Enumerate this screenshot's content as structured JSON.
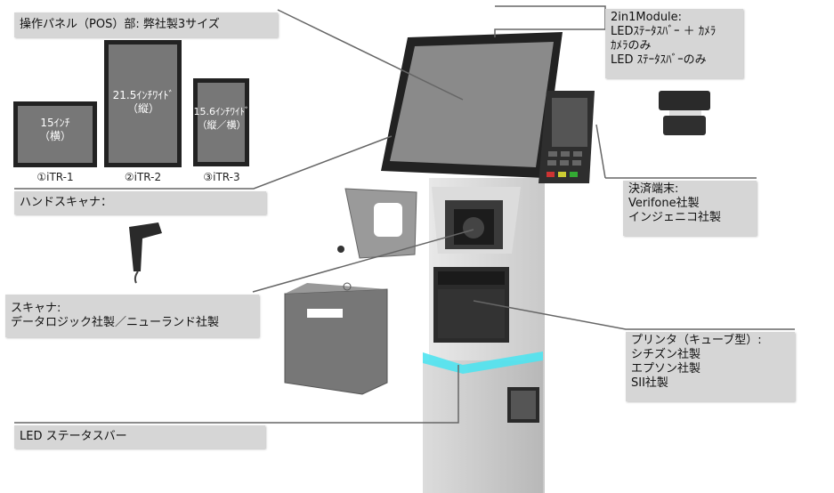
{
  "labels": {
    "panel": "操作パネル（POS）部: 弊社製3サイズ",
    "module": [
      "2in1Module:",
      "LEDｽﾃｰﾀｽﾊﾞｰ ＋ ｶﾒﾗ",
      "ｶﾒﾗのみ",
      "LED ｽﾃｰﾀｽﾊﾞｰのみ"
    ],
    "payment": [
      "決済端末:",
      "Verifone社製",
      "インジェニコ社製"
    ],
    "hand_scanner": "ハンドスキャナ：",
    "scanner": [
      "スキャナ:",
      "データロジック社製／ニューランド社製"
    ],
    "printer": [
      "プリンタ（キューブ型）:",
      "シチズン社製",
      "エプソン社製",
      "SII社製"
    ],
    "led_bar": "LED ステータスバー"
  },
  "sizes": [
    {
      "screen": [
        "15ｲﾝﾁ",
        "（横）"
      ],
      "caption": "①iTR-1"
    },
    {
      "screen": [
        "21.5ｲﾝﾁﾜｲﾄﾞ",
        "（縦）"
      ],
      "caption": "②iTR-2"
    },
    {
      "screen": [
        "15.6ｲﾝﾁﾜｲﾄﾞ",
        "（縦／横）"
      ],
      "caption": "③iTR-3"
    }
  ],
  "colors": {
    "label_bg": "#d6d6d6",
    "led": "#4fe3f0",
    "line": "#666666",
    "screen": "#7a7a7a"
  }
}
